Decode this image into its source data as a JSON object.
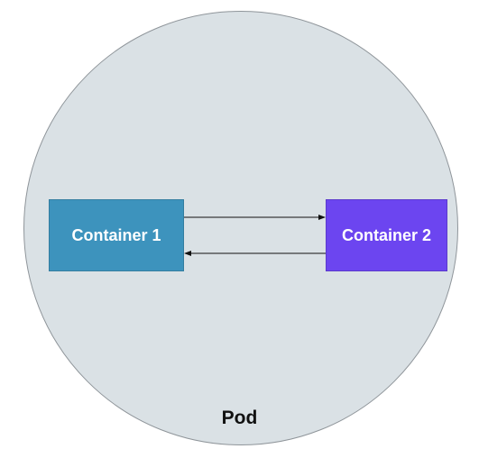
{
  "diagram": {
    "pod": {
      "label": "Pod",
      "fill": "#dae1e5",
      "stroke": "#8f959a"
    },
    "containers": [
      {
        "label": "Container 1",
        "fill": "#3d93bd"
      },
      {
        "label": "Container 2",
        "fill": "#6c45f0"
      }
    ],
    "connections": [
      {
        "from": "Container 1",
        "to": "Container 2"
      },
      {
        "from": "Container 2",
        "to": "Container 1"
      }
    ]
  }
}
